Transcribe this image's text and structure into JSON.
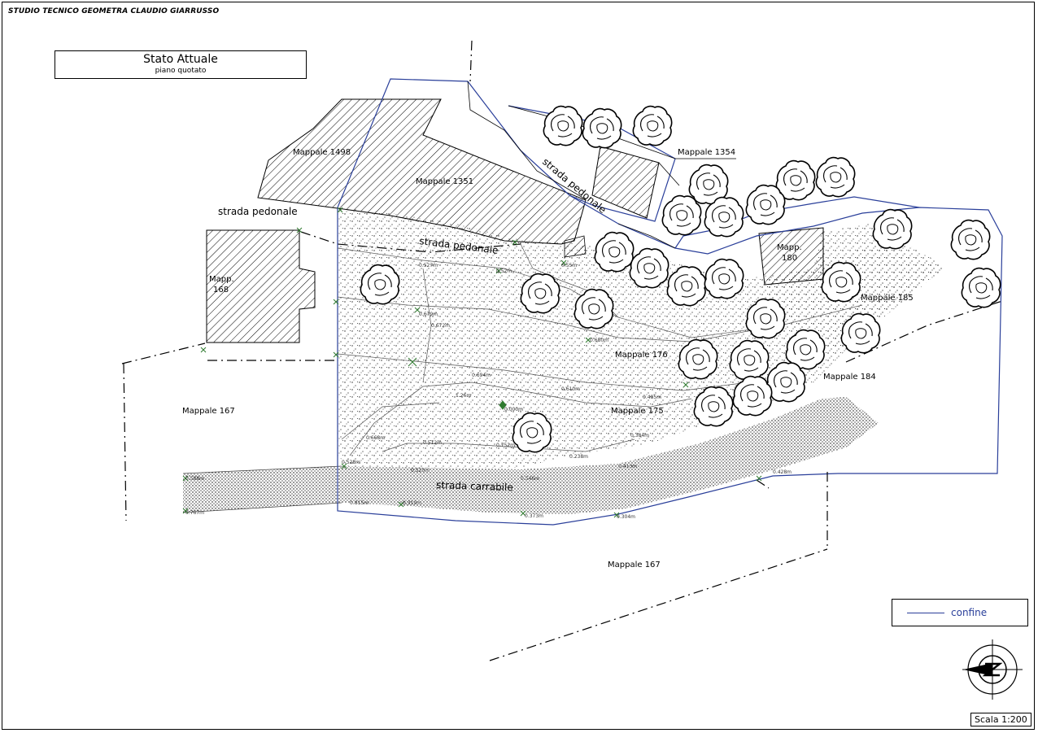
{
  "header": {
    "studio": "STUDIO TECNICO GEOMETRA CLAUDIO GIARRUSSO"
  },
  "title": {
    "main": "Stato Attuale",
    "sub": "piano quotato"
  },
  "labels": {
    "mappale_1498": "Mappale 1498",
    "mappale_1351": "Mappale 1351",
    "mappale_1354": "Mappale 1354",
    "strada_pedonale_top": "strada pedonale",
    "strada_pedonale_left": "strada pedonale",
    "strada_pedonale_mid": "strada pedonale",
    "mapp_168_line1": "Mapp.",
    "mapp_168_line2": "168",
    "mapp_180_line1": "Mapp.",
    "mapp_180_line2": "180",
    "mappale_185": "Mappale 185",
    "mappale_176": "Mappale 176",
    "mappale_184": "Mappale 184",
    "mappale_175": "Mappale 175",
    "mappale_167_left": "Mappale 167",
    "mappale_167_bottom": "Mappale 167",
    "strada_carrabile": "strada carrabile"
  },
  "legend": {
    "label": "confine",
    "line_color": "#2a3f9a"
  },
  "scale": {
    "label": "Scala 1:200"
  },
  "icons": {
    "north_arrow": "north-arrow-icon",
    "tree": "tree-icon"
  }
}
